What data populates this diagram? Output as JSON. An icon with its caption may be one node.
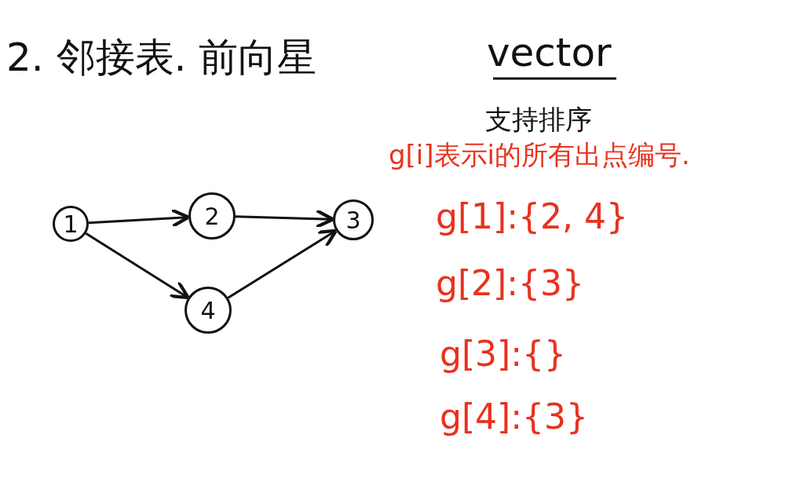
{
  "diagram": {
    "title": "2. 邻接表. 前向星",
    "nodes": [
      {
        "text": [
          "1"
        ]
      },
      {
        "text": [
          "2"
        ]
      },
      {
        "text": [
          "3"
        ]
      },
      {
        "text": [
          "4"
        ]
      }
    ],
    "edges": [
      {
        "from": 0,
        "to": 1,
        "arrow": "to"
      },
      {
        "from": 1,
        "to": 2,
        "arrow": "to"
      },
      {
        "from": 0,
        "to": 3,
        "arrow": "to"
      },
      {
        "from": 3,
        "to": 2,
        "arrow": "to"
      }
    ],
    "labels": [
      "vector",
      "支持排序",
      "g[i]表示i的所有出点编号.",
      "g[1]:{2, 4}",
      "g[2]:{3}",
      "g[3]:{}",
      "g[4]:{3}"
    ]
  }
}
